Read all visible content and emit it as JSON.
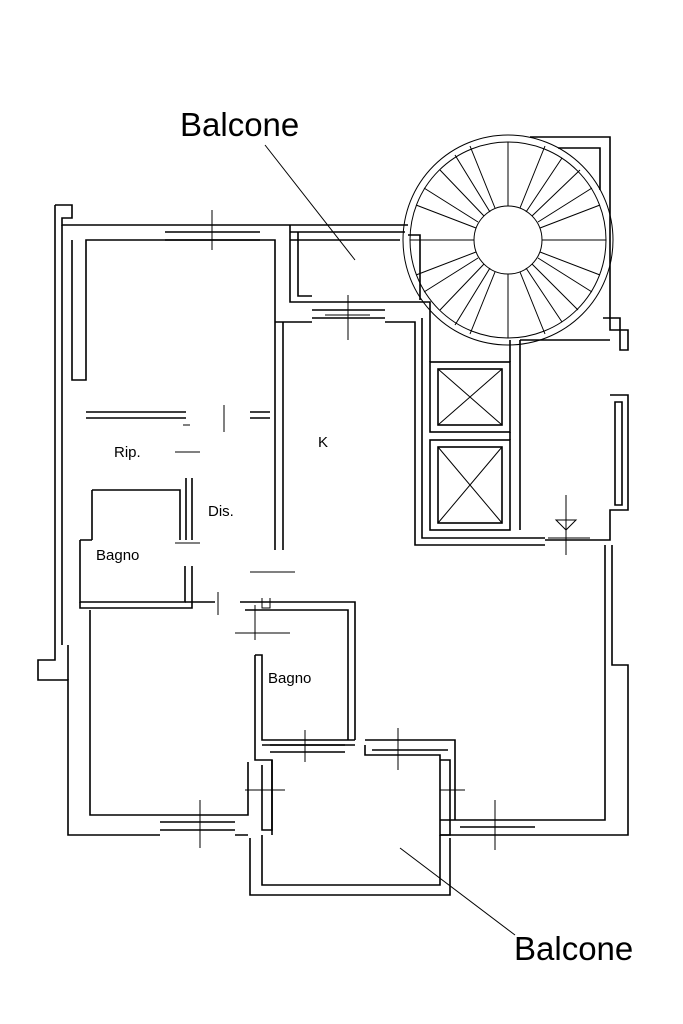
{
  "labels": {
    "balcone_top": "Balcone",
    "balcone_bottom": "Balcone",
    "ripostiglio": "Rip.",
    "disimpegno": "Dis.",
    "bagno_left": "Bagno",
    "bagno_right": "Bagno",
    "kitchen": "K"
  }
}
